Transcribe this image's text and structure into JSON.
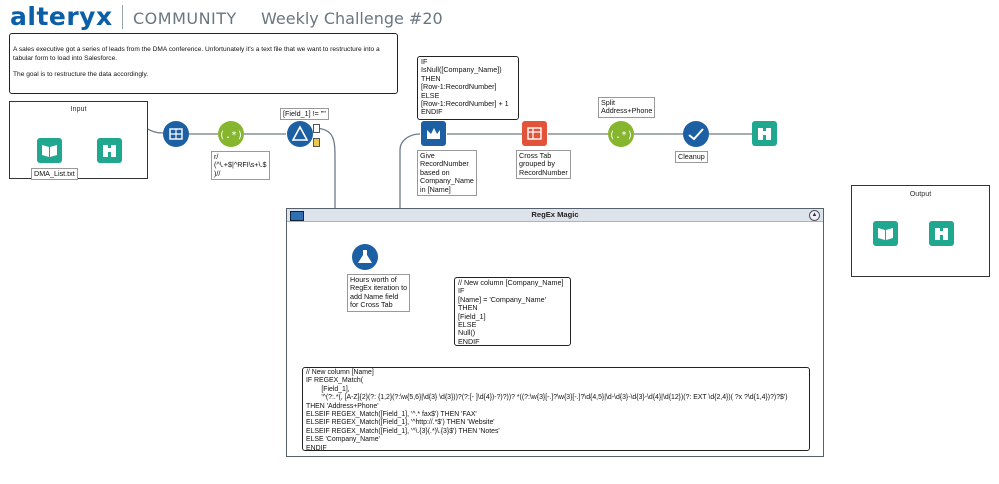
{
  "header": {
    "logo": "alteryx",
    "community": "COMMUNITY",
    "challenge_title": "Weekly Challenge #20"
  },
  "description": {
    "line1": "A sales executive got a series of leads from the DMA conference. Unfortunately it's a text file that we want to restructure into a",
    "line2": "tabular form to load into Salesforce.",
    "line3": "The goal is to restructure the data accordingly."
  },
  "containers": {
    "input_title": "Input",
    "output_title": "Output",
    "regex_title": "RegEx Magic"
  },
  "tool_labels": {
    "input_file": "DMA_List.txt",
    "regex_parse": "r/\n(^\\.+$|^RFI\\s+\\.$\n)//",
    "filter": "[Field_1] != \"\"",
    "record_id_formula": "IF\nIsNull([Company_Name])\nTHEN\n[Row-1:RecordNumber]\nELSE\n[Row-1:RecordNumber] + 1\nENDIF",
    "give_record_number": "Give\nRecordNumber\nbased on\nCompany_Name\nin [Name]",
    "cross_tab": "Cross Tab\ngrouped by\nRecordNumber",
    "split": "Split\nAddress+Phone",
    "cleanup": "Cleanup",
    "hours_regex": "Hours worth of\nRegEx iteration to\nadd Name field\nfor Cross Tab",
    "company_formula": "// New column [Company_Name]\nIF\n[Name] = 'Company_Name'\nTHEN\n[Field_1]\nELSE\nNull()\nENDIF",
    "name_formula": "// New column [Name]\nIF REGEX_Match(\n        [Field_1],\n        '^(?:.*(, [A-Z]{2}(?: {1,2}(?:\\w{5,6}|\\d{3} \\d{3}))?(?:[- ]\\d{4})-?)?))? *((?:\\w{3}[-.]?\\w{3}[-.]?\\d{4,5}|\\d-\\d{3}-\\d{3}-\\d{4}|\\d{12})(?: EXT \\d{2,4})( ?x ?\\d{1,4})?)?$')\nTHEN 'Address+Phone'\nELSEIF REGEX_Match([Field_1], '^.* fax$') THEN 'FAX'\nELSEIF REGEX_Match([Field_1], '^http://.*$') THEN 'Website'\nELSEIF REGEX_Match([Field_1], '^\\.{3}(.*)\\.{3}$') THEN 'Notes'\nELSE 'Company_Name'\nENDIF"
  },
  "icons": {
    "input": "book-icon",
    "browse": "binoculars-icon",
    "record_id": "record-id-icon",
    "regex": "regex-icon",
    "filter": "filter-icon",
    "multi_row": "multi-row-formula-icon",
    "cross_tab": "cross-tab-icon",
    "cleanse": "data-cleansing-icon",
    "formula": "formula-flask-icon"
  },
  "colors": {
    "brand_blue": "#0b5fa6",
    "input_green": "#1fa88f",
    "prep_blue": "#1d5fa3",
    "parse_green": "#86b62e",
    "transform_orange": "#e2543a",
    "wire": "#6d7b88"
  }
}
